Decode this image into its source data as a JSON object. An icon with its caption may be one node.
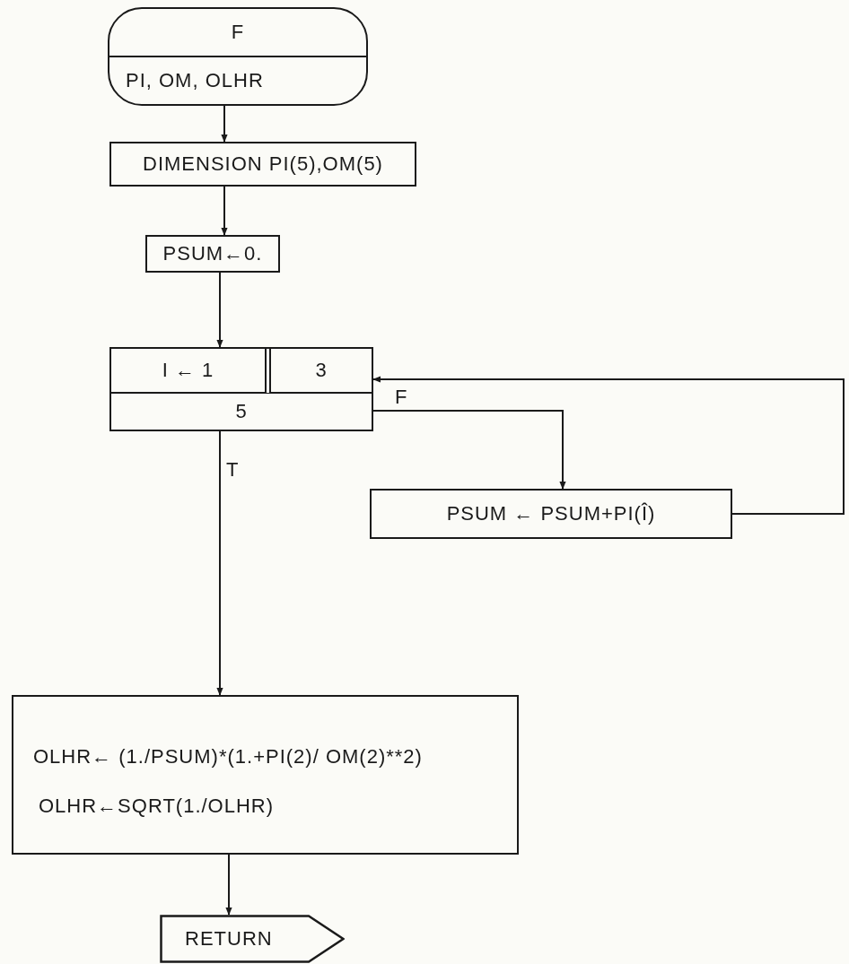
{
  "diagram": {
    "nodes": [
      {
        "text": [
          "F",
          "PI, OM, OLHR"
        ]
      },
      {
        "text": [
          "DIMENSION PI(5),OM(5)"
        ]
      },
      {
        "text": [
          "PSUM←0."
        ]
      },
      {
        "text": [
          "I ← 1",
          "3",
          "5"
        ]
      },
      {
        "text": [
          "PSUM ← PSUM+PI(Î)"
        ]
      },
      {
        "text": [
          "OLHR← (1./PSUM)*(1.+PI(2)/ OM(2)**2)",
          "OLHR←SQRT(1./OLHR)"
        ]
      },
      {
        "text": [
          "RETURN"
        ]
      }
    ],
    "edges": [
      {
        "from": 0,
        "to": 1,
        "arrow": "to"
      },
      {
        "from": 1,
        "to": 2,
        "arrow": "to"
      },
      {
        "from": 2,
        "to": 3,
        "arrow": "to"
      },
      {
        "from": 3,
        "to": 4,
        "arrow": "to",
        "label": "F"
      },
      {
        "from": 4,
        "to": 3,
        "arrow": "to"
      },
      {
        "from": 3,
        "to": 5,
        "arrow": "to",
        "label": "T"
      },
      {
        "from": 5,
        "to": 6,
        "arrow": "to"
      }
    ]
  }
}
